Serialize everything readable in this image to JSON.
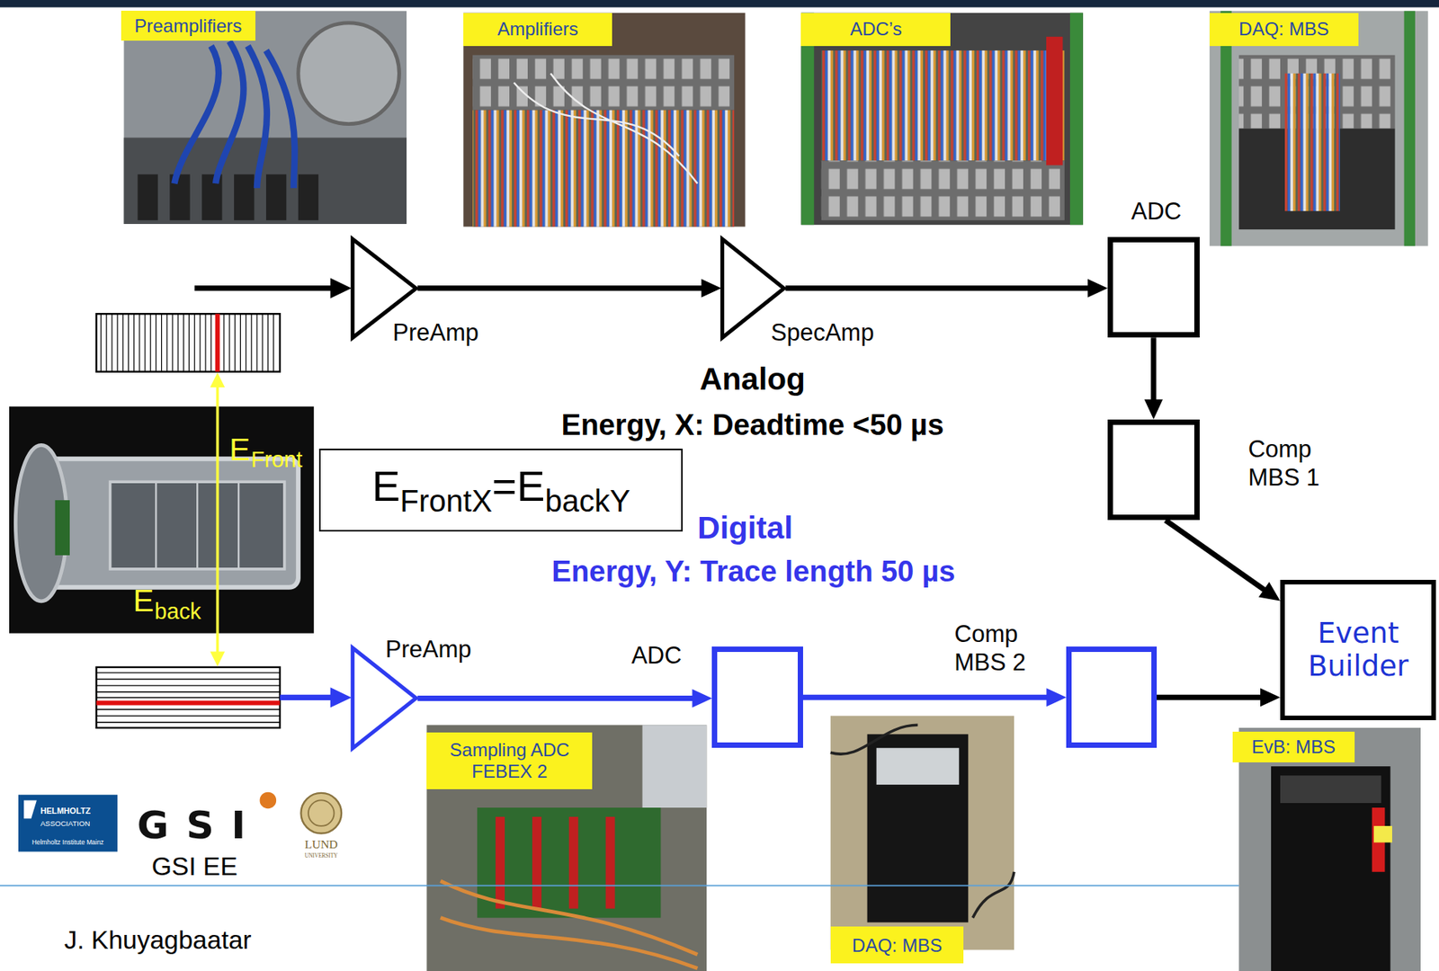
{
  "diagram": {
    "nodes": [
      {
        "text": [
          "Preamplifiers"
        ]
      },
      {
        "text": [
          "Amplifiers"
        ]
      },
      {
        "text": [
          "ADC’s"
        ]
      },
      {
        "text": [
          "DAQ: MBS"
        ]
      },
      {
        "text": [
          "ADC"
        ]
      },
      {
        "text": [
          "PreAmp"
        ]
      },
      {
        "text": [
          "SpecAmp"
        ]
      },
      {
        "text": [
          "Comp MBS 1"
        ]
      },
      {
        "text": [
          "E",
          "FrontX",
          "=",
          "E",
          "backY"
        ]
      },
      {
        "text": [
          "Event Builder"
        ]
      },
      {
        "text": [
          "PreAmp"
        ]
      },
      {
        "text": [
          "ADC"
        ]
      },
      {
        "text": [
          "Comp MBS 2"
        ]
      },
      {
        "text": [
          "Sampling ADC FEBEX 2"
        ]
      },
      {
        "text": [
          "DAQ: MBS"
        ]
      },
      {
        "text": [
          "EvB: MBS"
        ]
      }
    ],
    "edges": [
      {
        "from": 5,
        "to": 6,
        "arrow": "to"
      },
      {
        "from": 6,
        "to": 4,
        "arrow": "to"
      },
      {
        "from": 4,
        "to": 7,
        "arrow": "to"
      },
      {
        "from": 7,
        "to": 9,
        "arrow": "to"
      },
      {
        "from": 10,
        "to": 11,
        "arrow": "to"
      },
      {
        "from": 11,
        "to": 12,
        "arrow": "to"
      },
      {
        "from": 12,
        "to": 9,
        "arrow": "to"
      }
    ],
    "labels": [
      "Analog",
      "Energy, X: Deadtime <50 µs",
      "Digital",
      "Energy, Y: Trace length 50 µs",
      "E",
      "Front",
      "E",
      "back",
      "HELMHOLTZ",
      "ASSOCIATION",
      "Helmholtz Institute Mainz",
      "GSI",
      "GSI EE",
      "LUND",
      "UNIVERSITY",
      "J. Khuyagbaatar"
    ]
  }
}
